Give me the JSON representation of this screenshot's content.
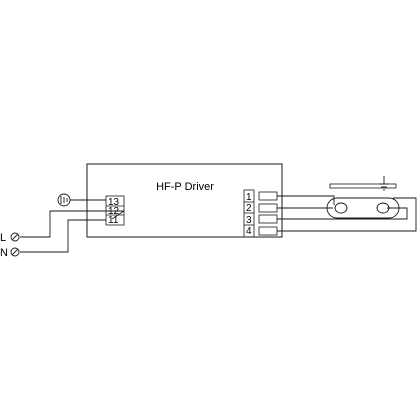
{
  "driver": {
    "title": "HF-P Driver"
  },
  "input_terminals": {
    "t13": "13",
    "t12": "12",
    "t11": "11"
  },
  "output_terminals": {
    "t1": "1",
    "t2": "2",
    "t3": "3",
    "t4": "4"
  },
  "supply": {
    "line": "L",
    "neutral": "N"
  },
  "icons": [
    "earth-ground-icon",
    "chassis-ground-icon",
    "terminal-screw-icon",
    "fluorescent-lamp-icon"
  ],
  "colors": {
    "line": "#1a1a1a",
    "background": "#ffffff"
  }
}
